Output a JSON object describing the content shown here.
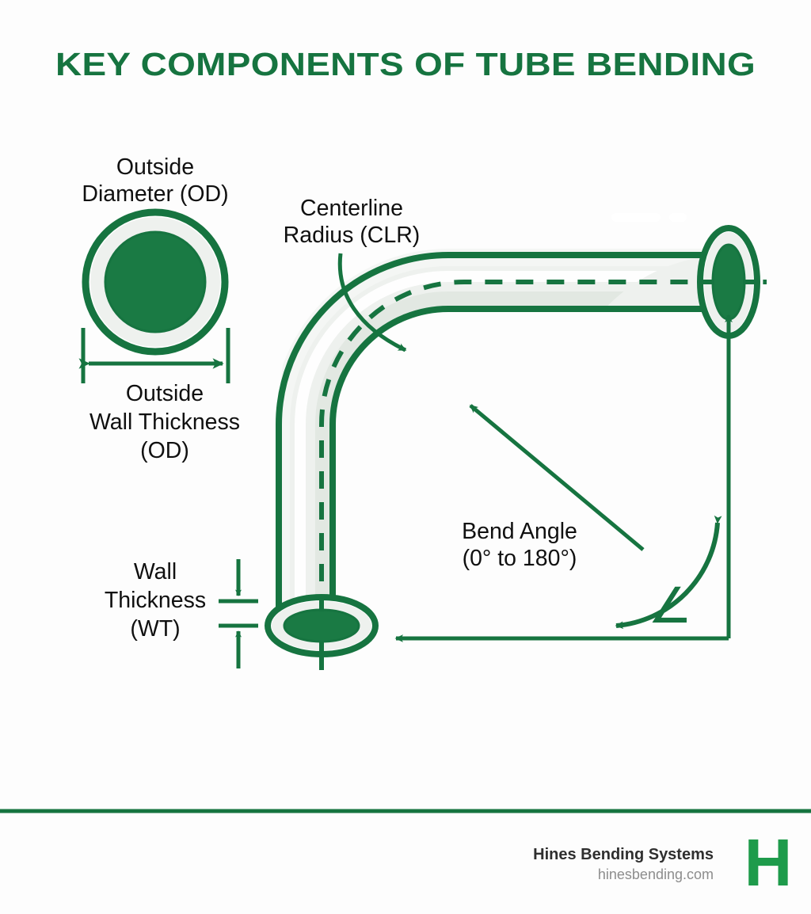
{
  "page": {
    "title": "KEY COMPONENTS OF TUBE BENDING",
    "background_color": "#fdfdfd"
  },
  "colors": {
    "brand_green": "#167440",
    "logo_green": "#1e9b4b",
    "tube_fill": "#eef1ee",
    "tube_fill_shade": "#e2e8e2",
    "tube_highlight": "#ffffff",
    "text_dark": "#101010",
    "footer_name": "#2f2f2f",
    "footer_url": "#8d8d8d",
    "divider": "#167440"
  },
  "labels": {
    "outside_diameter": {
      "line1": "Outside",
      "line2": "Diameter (OD)"
    },
    "outside_wall_thickness": {
      "line1": "Outside",
      "line2": "Wall Thickness",
      "line3": "(OD)"
    },
    "centerline_radius": {
      "line1": "Centerline",
      "line2": "Radius (CLR)"
    },
    "wall_thickness": {
      "line1": "Wall",
      "line2": "Thickness",
      "line3": "(WT)"
    },
    "bend_angle": {
      "line1": "Bend Angle",
      "line2": "(0° to 180°)"
    },
    "angle_symbol": "∠"
  },
  "footer": {
    "company": "Hines Bending Systems",
    "website": "hinesbending.com",
    "logo_letter": "H"
  },
  "chart_data": {
    "type": "diagram",
    "title": "KEY COMPONENTS OF TUBE BENDING",
    "subject": "tube bending terminology",
    "annotations": [
      {
        "name": "outside-diameter",
        "label": "Outside Diameter (OD)",
        "kind": "dimension",
        "applies_to": "tube cross-section circle outer boundary"
      },
      {
        "name": "outside-wall-thickness",
        "label": "Outside Wall Thickness (OD)",
        "kind": "dimension",
        "applies_to": "cross-section horizontal dimension line with double arrow"
      },
      {
        "name": "centerline-radius",
        "label": "Centerline Radius (CLR)",
        "kind": "leader",
        "applies_to": "dashed centerline arc of the bent tube"
      },
      {
        "name": "wall-thickness",
        "label": "Wall Thickness (WT)",
        "kind": "dimension",
        "applies_to": "tube wall between outer and inner surface at open end"
      },
      {
        "name": "bend-angle",
        "label": "Bend Angle (0° to 180°)",
        "kind": "leader",
        "value_range": [
          0,
          180
        ],
        "unit": "degrees",
        "depicted_angle": 90,
        "applies_to": "angle swept between the two tube legs"
      }
    ]
  }
}
